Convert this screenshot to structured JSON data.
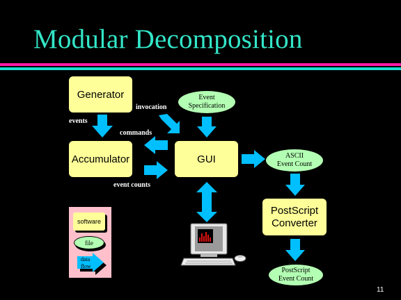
{
  "title": "Modular Decomposition",
  "modules": {
    "generator": "Generator",
    "accumulator": "Accumulator",
    "gui": "GUI",
    "postscript_converter_line1": "PostScript",
    "postscript_converter_line2": "Converter"
  },
  "files": {
    "event_spec_line1": "Event",
    "event_spec_line2": "Specification",
    "ascii_line1": "ASCII",
    "ascii_line2": "Event Count",
    "ps_count_line1": "PostScript",
    "ps_count_line2": "Event Count"
  },
  "flow_labels": {
    "events": "events",
    "invocation": "invocation",
    "commands": "commands",
    "event_counts": "event counts"
  },
  "legend": {
    "software": "software",
    "file": "file",
    "data_flow_line1": "data",
    "data_flow_line2": "flow"
  },
  "page_number": "11",
  "colors": {
    "background": "#000000",
    "title": "#33e6c8",
    "rule_pink": "#ff1aa6",
    "rule_teal": "#1adfd2",
    "module_fill": "#ffff99",
    "file_fill": "#b3ffb3",
    "arrow_fill": "#00bfff",
    "legend_fill": "#ffc0cb"
  },
  "icons": [
    "computer-terminal-icon",
    "bar-chart-icon",
    "mouse-icon"
  ]
}
